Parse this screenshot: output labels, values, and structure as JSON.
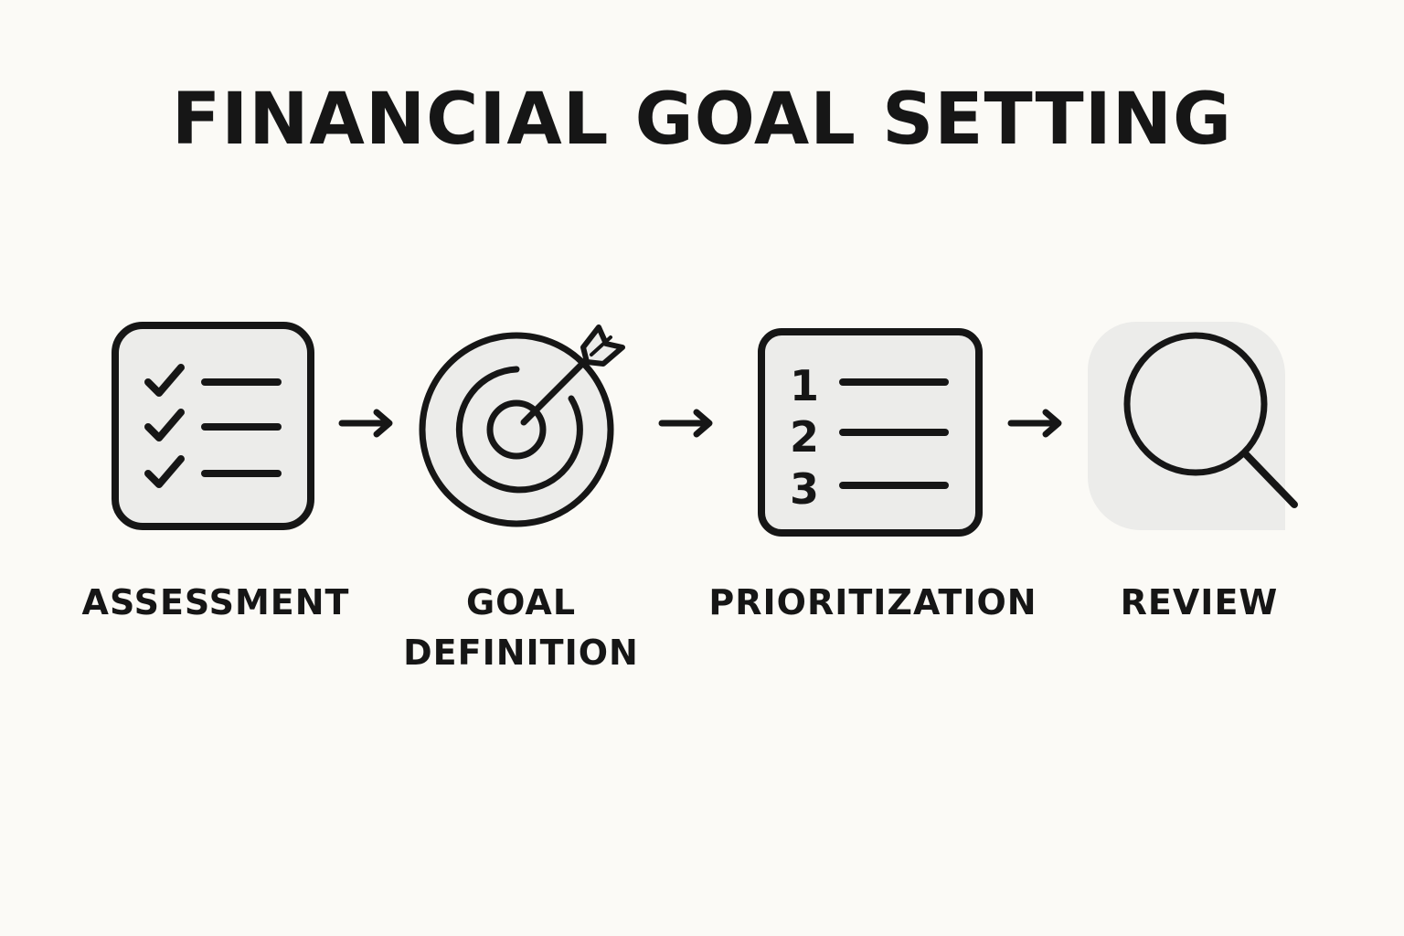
{
  "title": "FINANCIAL GOAL SETTING",
  "steps": [
    {
      "label": "ASSESSMENT",
      "icon": "checklist-icon"
    },
    {
      "label_line1": "GOAL",
      "label_line2": "DEFINITION",
      "icon": "target-arrow-icon"
    },
    {
      "label": "PRIORITIZATION",
      "icon": "numbered-list-icon",
      "numbers": [
        "1",
        "2",
        "3"
      ]
    },
    {
      "label": "REVIEW",
      "icon": "magnifying-glass-icon"
    }
  ],
  "arrows": [
    "arrow-right-icon",
    "arrow-right-icon",
    "arrow-right-icon"
  ],
  "colors": {
    "background": "#fbfaf6",
    "stroke": "#161616",
    "icon_fill": "#ececea"
  }
}
